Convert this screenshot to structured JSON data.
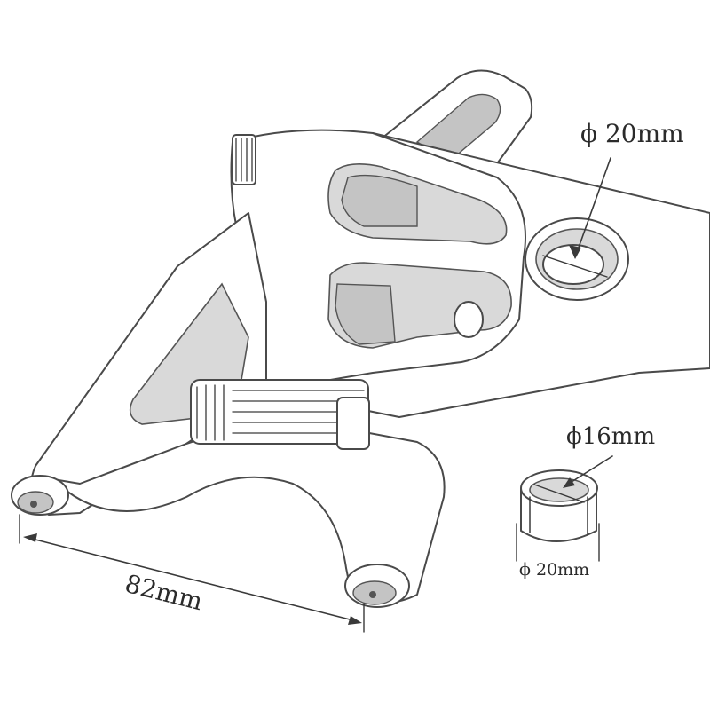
{
  "dimensions": {
    "bore_large": "ϕ 20mm",
    "bushing_inner": "ϕ16mm",
    "bushing_outer": "ϕ 20mm",
    "mount_spacing": "82mm"
  },
  "colors": {
    "line": "#3a3a3a",
    "shade": "#d9d9d9",
    "background": "#ffffff"
  }
}
